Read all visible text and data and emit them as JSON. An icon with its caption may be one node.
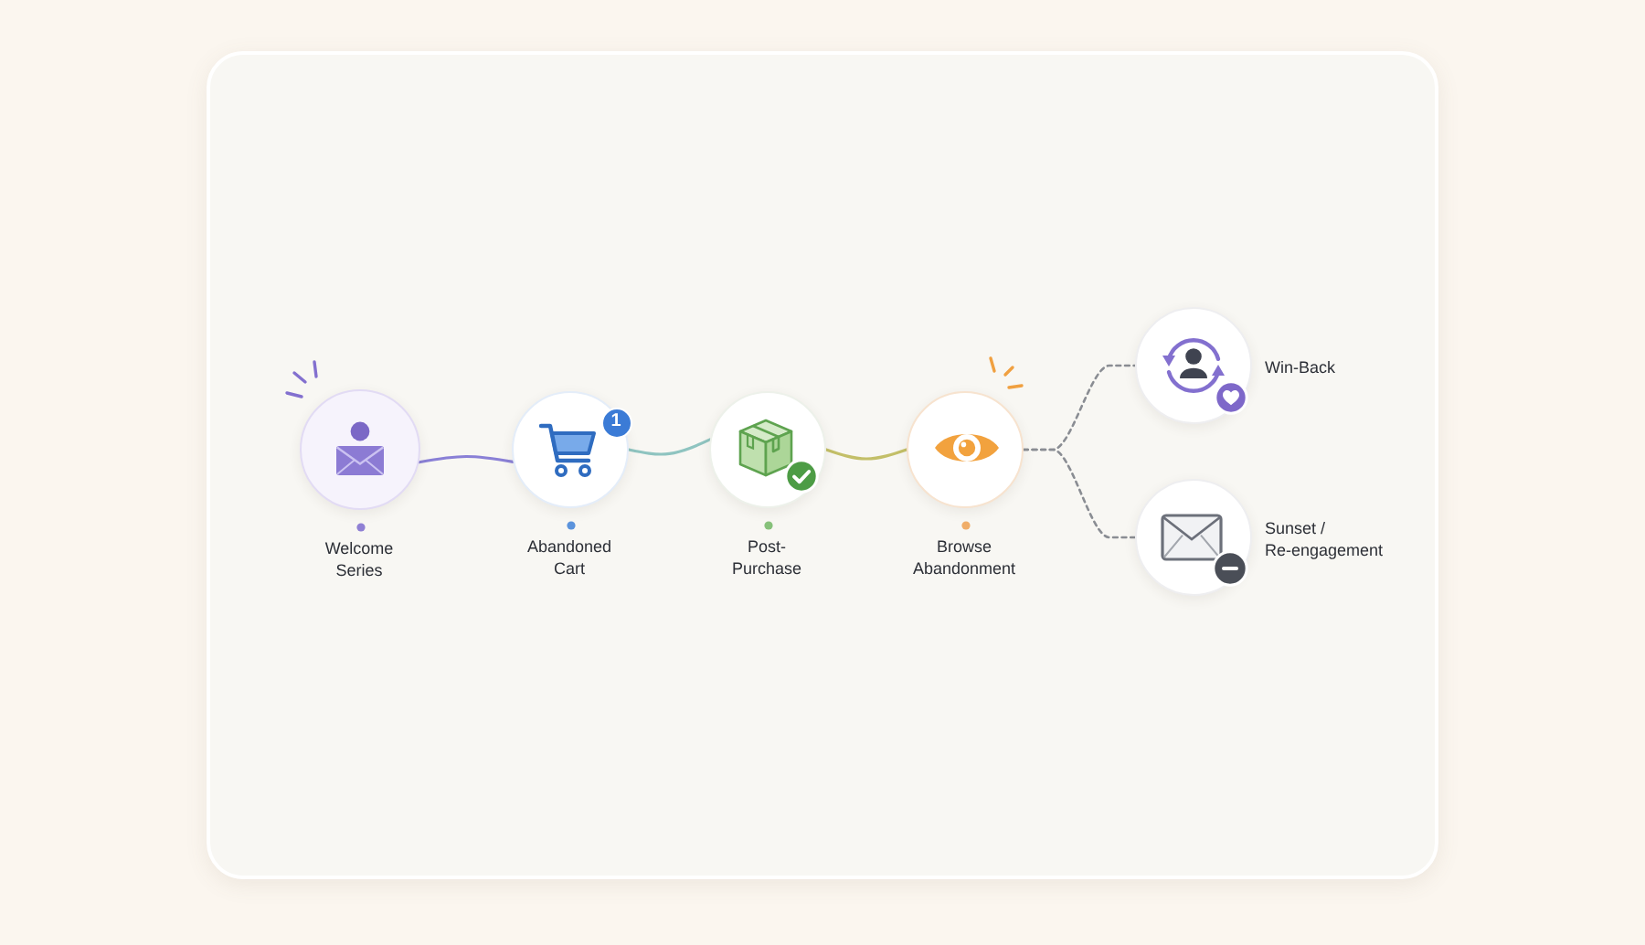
{
  "diagram": {
    "nodes": [
      {
        "text": [
          "Welcome Series"
        ]
      },
      {
        "text": [
          "Abandoned Cart"
        ]
      },
      {
        "text": [
          "Post-Purchase"
        ]
      },
      {
        "text": [
          "Browse Abandonment"
        ]
      },
      {
        "text": [
          "Win-Back"
        ]
      },
      {
        "text": [
          "Sunset / Re-engagement"
        ]
      }
    ],
    "edges": [
      {
        "from": 0,
        "to": 1,
        "arrow": "none",
        "color": "#8a80d6"
      },
      {
        "from": 1,
        "to": 2,
        "arrow": "none",
        "color": "#8fc4c0"
      },
      {
        "from": 2,
        "to": 3,
        "arrow": "none",
        "color": "#c3bf68"
      },
      {
        "from": 3,
        "to": 4,
        "arrow": "none",
        "style": "dashed"
      },
      {
        "from": 3,
        "to": 5,
        "arrow": "none",
        "style": "dashed"
      }
    ],
    "labels": [
      "1"
    ]
  }
}
